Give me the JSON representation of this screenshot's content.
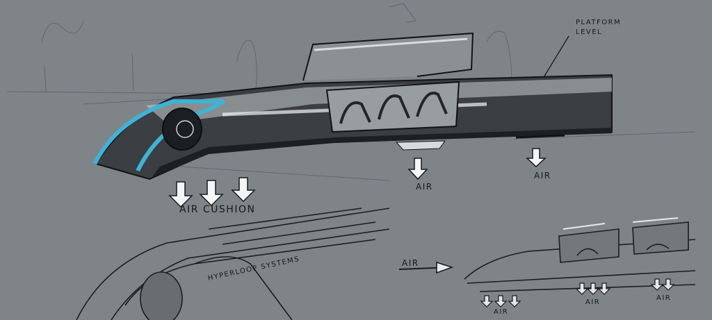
{
  "labels": {
    "platform_level": "PLATFORM LEVEL",
    "air_cushion": "AIR CUSHION",
    "air": "AIR",
    "hyperloop_systems": "HYPERLOOP SYSTEMS"
  },
  "colors": {
    "background": "#7f8489",
    "ink": "#16191c",
    "highlight": "#eef0f2",
    "accent": "#3fb3d6"
  }
}
